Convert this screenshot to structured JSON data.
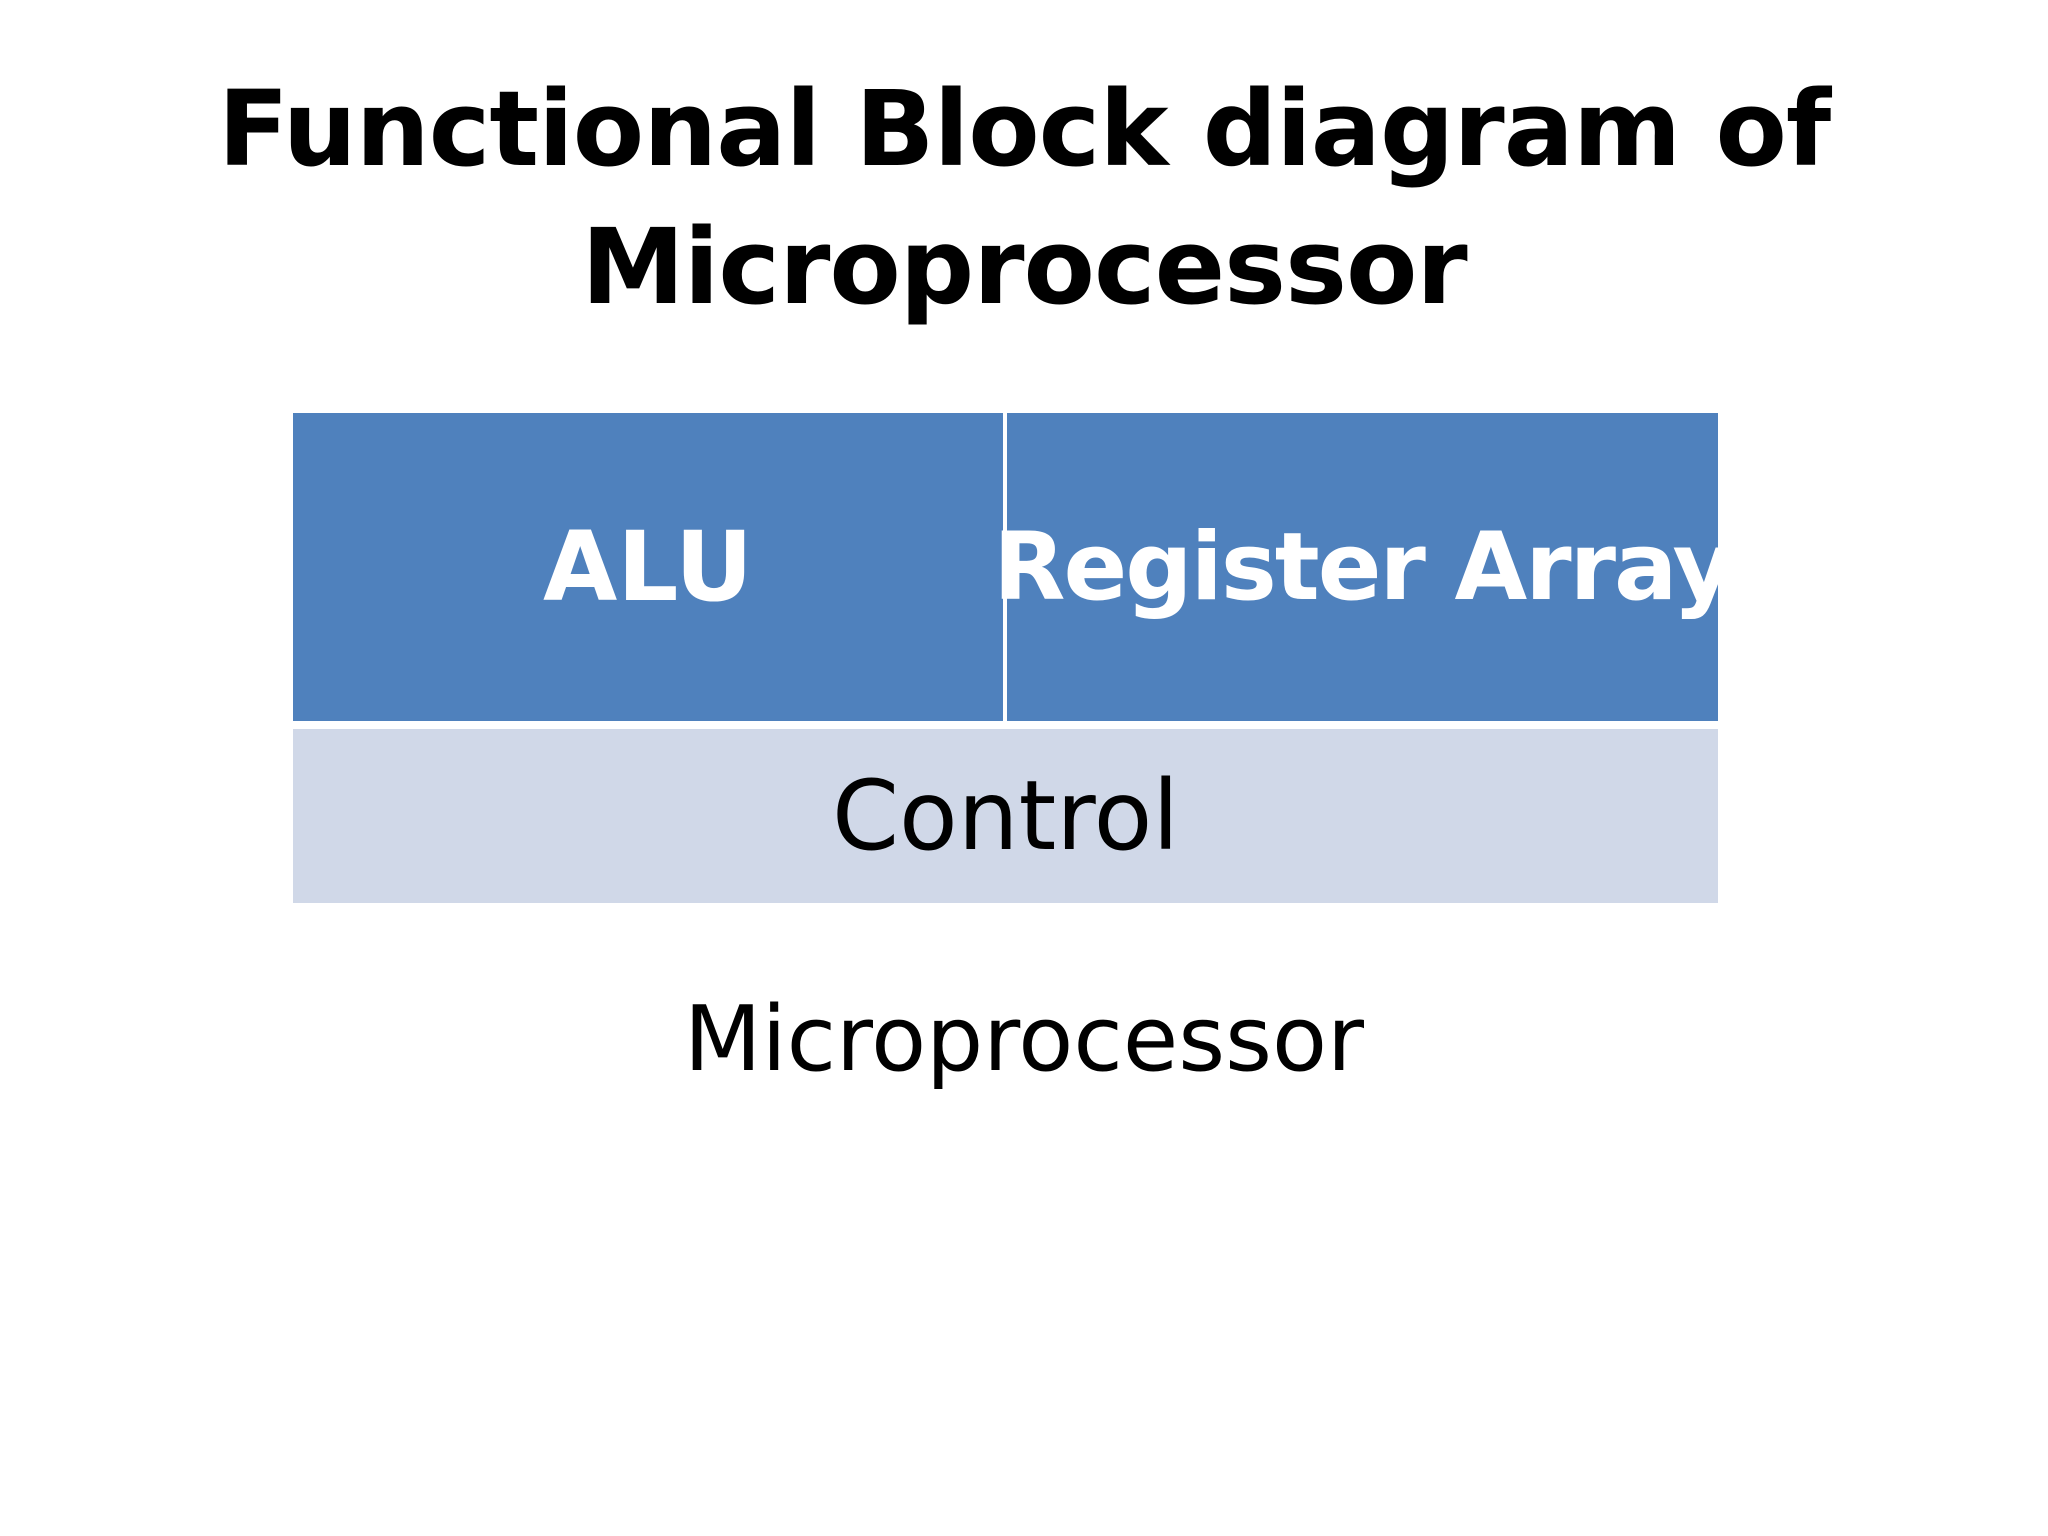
{
  "slide": {
    "title_line1": "Functional Block diagram of",
    "title_line2": "Microprocessor"
  },
  "diagram": {
    "blocks": [
      {
        "label": "ALU",
        "fill": "#4f81bd",
        "text_color": "#ffffff"
      },
      {
        "label": "Register Array",
        "fill": "#4f81bd",
        "text_color": "#ffffff"
      },
      {
        "label": "Control",
        "fill": "#d0d8e8",
        "text_color": "#000000"
      }
    ],
    "caption": "Microprocessor"
  }
}
